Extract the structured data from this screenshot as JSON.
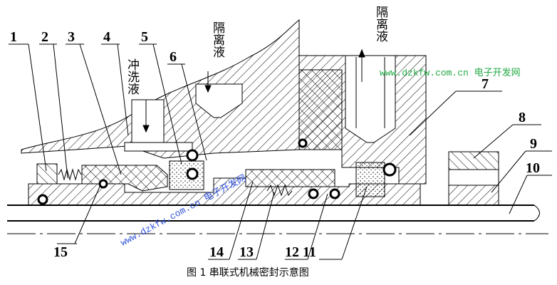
{
  "figure": {
    "caption": "图 1 串联式机械密封示意图",
    "fluid_labels": {
      "flush": "冲洗液",
      "barrier_left": "隔离液",
      "barrier_right": "隔离液"
    },
    "part_numbers": [
      "1",
      "2",
      "3",
      "4",
      "5",
      "6",
      "7",
      "8",
      "9",
      "10",
      "11",
      "12",
      "13",
      "14",
      "15"
    ],
    "watermark_top": "www.dzkfw.com.cn 电子开发网",
    "watermark_diag": "www.dzkfw.com.cn 电子开发网"
  }
}
